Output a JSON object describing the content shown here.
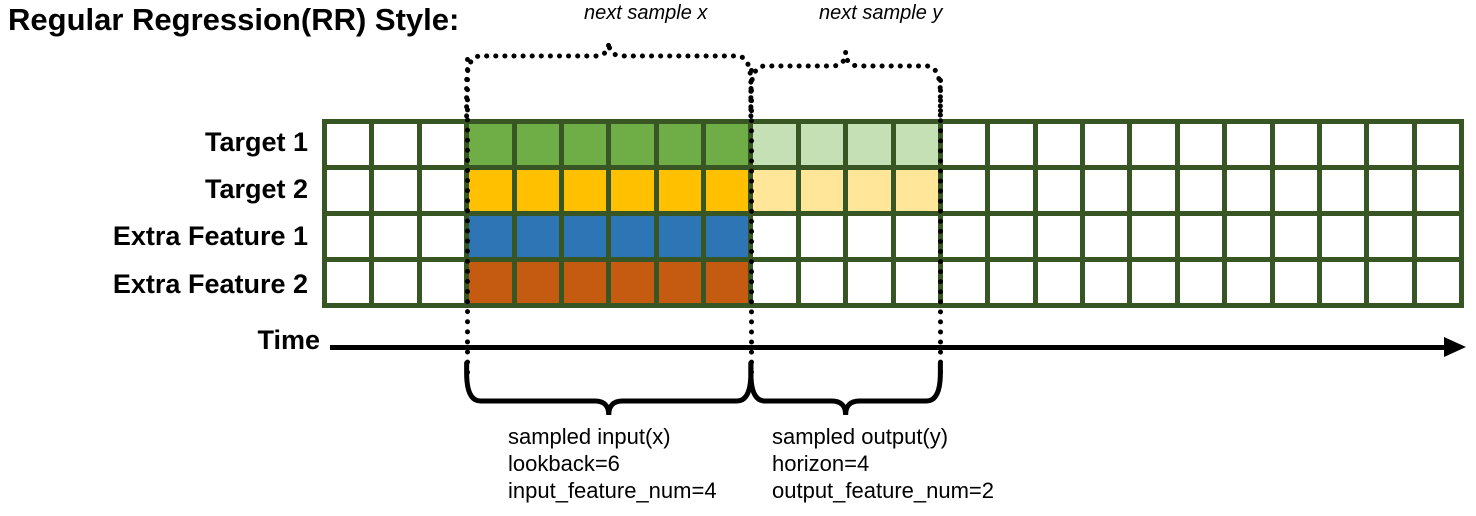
{
  "title": "Regular Regression(RR) Style:",
  "annotations": {
    "next_sample_x": "next sample x",
    "next_sample_y": "next sample y"
  },
  "rows": [
    {
      "label": "Target 1",
      "series_color": "#6FAE46",
      "faded_color": "#C5E0B4",
      "has_output": true
    },
    {
      "label": "Target 2",
      "series_color": "#FFC000",
      "faded_color": "#FFE699",
      "has_output": true
    },
    {
      "label": "Extra Feature 1",
      "series_color": "#2E75B6",
      "faded_color": "#FFFFFF",
      "has_output": false
    },
    {
      "label": "Extra Feature 2",
      "series_color": "#C55A11",
      "faded_color": "#FFFFFF",
      "has_output": false
    }
  ],
  "grid": {
    "total_columns": 24,
    "total_rows": 4,
    "leading_blank_columns": 3,
    "input_start_column": 3,
    "input_columns": 6,
    "output_start_column": 9,
    "output_columns": 4,
    "trailing_blank_columns": 11,
    "line_color": "#375623",
    "empty_cell_color": "#FFFFFF"
  },
  "axis": {
    "label": "Time",
    "direction": "right"
  },
  "captions": {
    "input": {
      "line1": "sampled input(x)",
      "line2": "lookback=6",
      "line3": "input_feature_num=4"
    },
    "output": {
      "line1": "sampled output(y)",
      "line2": "horizon=4",
      "line3": "output_feature_num=2"
    }
  },
  "legend_values": {
    "lookback": 6,
    "horizon": 4,
    "input_feature_num": 4,
    "output_feature_num": 2
  }
}
